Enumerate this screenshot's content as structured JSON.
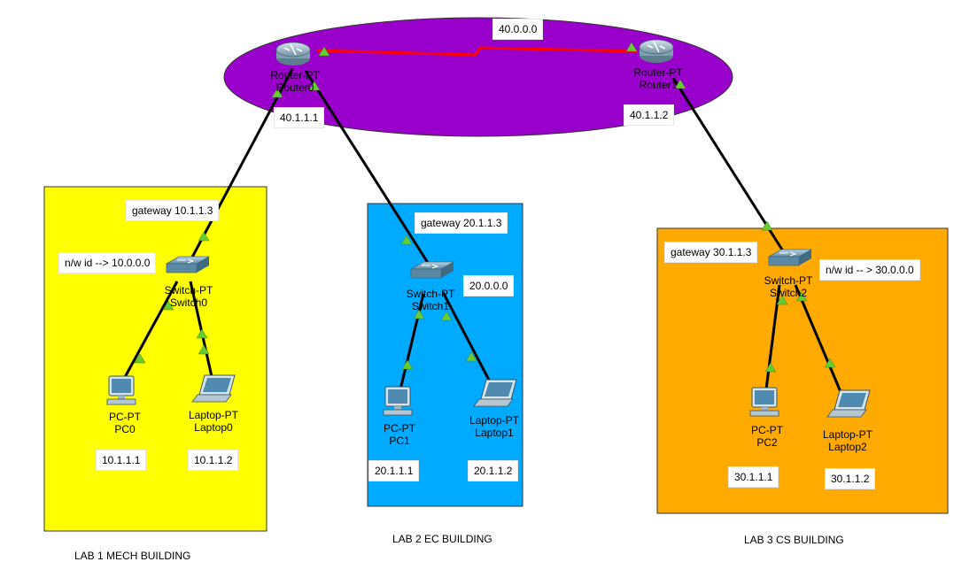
{
  "network": "40.0.0.0",
  "routers": [
    {
      "type": "Router-PT",
      "name": "Router0",
      "ip": "40.1.1.1"
    },
    {
      "type": "Router-PT",
      "name": "Router1",
      "ip": "40.1.1.2"
    }
  ],
  "labs": [
    {
      "building": "LAB 1 MECH BUILDING",
      "color": "#ffff00",
      "gateway": "gateway 10.1.1.3",
      "netid": "n/w id --> 10.0.0.0",
      "switch": {
        "type": "Switch-PT",
        "name": "Switch0"
      },
      "pc": {
        "type": "PC-PT",
        "name": "PC0",
        "ip": "10.1.1.1"
      },
      "laptop": {
        "type": "Laptop-PT",
        "name": "Laptop0",
        "ip": "10.1.1.2"
      }
    },
    {
      "building": "LAB 2 EC BUILDING",
      "color": "#00aaff",
      "gateway": "gateway 20.1.1.3",
      "netid": "20.0.0.0",
      "switch": {
        "type": "Switch-PT",
        "name": "Switch1"
      },
      "pc": {
        "type": "PC-PT",
        "name": "PC1",
        "ip": "20.1.1.1"
      },
      "laptop": {
        "type": "Laptop-PT",
        "name": "Laptop1",
        "ip": "20.1.1.2"
      }
    },
    {
      "building": "LAB 3 CS BUILDING",
      "color": "#ffaa00",
      "gateway": "gateway 30.1.1.3",
      "netid": "n/w id -- > 30.0.0.0",
      "switch": {
        "type": "Switch-PT",
        "name": "Switch2"
      },
      "pc": {
        "type": "PC-PT",
        "name": "PC2",
        "ip": "30.1.1.1"
      },
      "laptop": {
        "type": "Laptop-PT",
        "name": "Laptop2",
        "ip": "30.1.1.2"
      }
    }
  ],
  "colors": {
    "wan_ellipse": "#9900cc",
    "serial_link": "#ff0000",
    "link": "#000000",
    "link_up": "#66cc33"
  }
}
